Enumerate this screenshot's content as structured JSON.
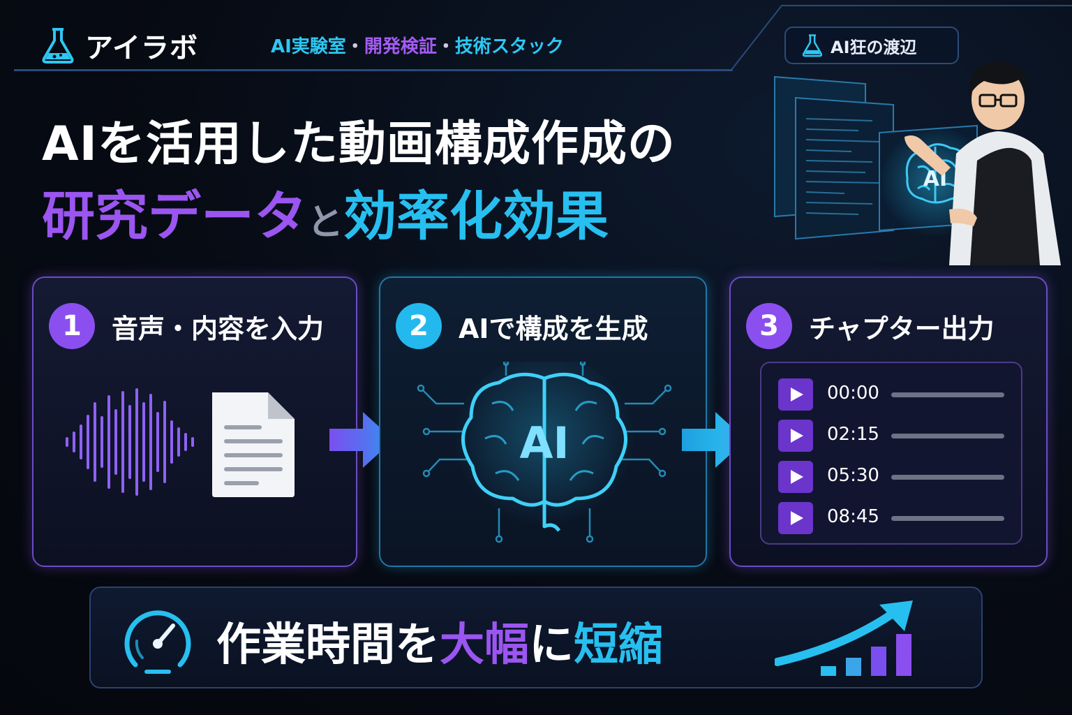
{
  "header": {
    "logo_text": "アイラボ",
    "tagline": {
      "part1": "AI実験室",
      "sep1": "・",
      "part2": "開発検証",
      "sep2": "・",
      "part3": "技術スタック"
    },
    "author_badge": "AI狂の渡辺"
  },
  "title": {
    "line1": "AIを活用した動画構成作成の",
    "line2_a": "研究データ",
    "line2_b": "と",
    "line2_c": "効率化効果"
  },
  "hero": {
    "ai_label": "AI"
  },
  "steps": [
    {
      "number": "1",
      "label": "音声・内容を入力"
    },
    {
      "number": "2",
      "label": "AIで構成を生成",
      "ai_label": "AI"
    },
    {
      "number": "3",
      "label": "チャプター出力"
    }
  ],
  "chapters": [
    {
      "time": "00:00"
    },
    {
      "time": "02:15"
    },
    {
      "time": "05:30"
    },
    {
      "time": "08:45"
    }
  ],
  "banner": {
    "part1": "作業時間を",
    "part2": "大幅",
    "part3": "に",
    "part4": "短縮"
  },
  "colors": {
    "purple": "#9b55f0",
    "cyan": "#27bff0",
    "background": "#070b14"
  },
  "icons": [
    "flask-icon",
    "waveform-icon",
    "document-icon",
    "brain-circuit-icon",
    "arrow-right-icon",
    "play-icon",
    "speedometer-icon",
    "growth-chart-icon"
  ]
}
